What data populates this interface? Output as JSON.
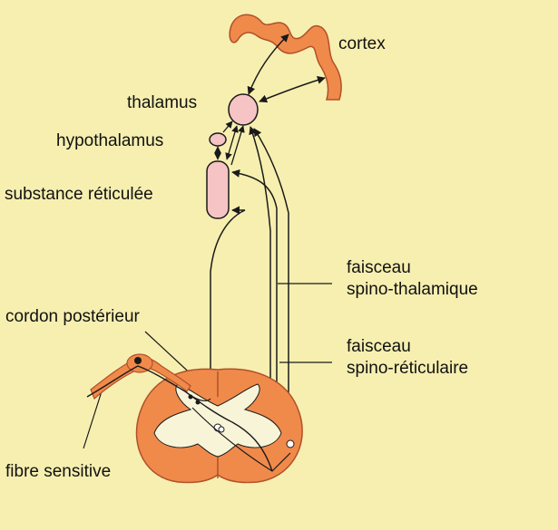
{
  "labels": {
    "cortex": "cortex",
    "thalamus": "thalamus",
    "hypothalamus": "hypothalamus",
    "substance_reticulee": "substance réticulée",
    "faisceau_spino_thalamique_1": "faisceau",
    "faisceau_spino_thalamique_2": "spino-thalamique",
    "cordon_posterieur": "cordon postérieur",
    "faisceau_spino_reticulaire_1": "faisceau",
    "faisceau_spino_reticulaire_2": "spino-réticulaire",
    "fibre_sensitive": "fibre sensitive"
  },
  "colors": {
    "background": "#f7efb0",
    "tissue_orange": "#f08a4b",
    "nucleus_pink": "#f6c4c4",
    "grey_matter": "#f8f4d8",
    "stroke": "#1a1a1a"
  }
}
